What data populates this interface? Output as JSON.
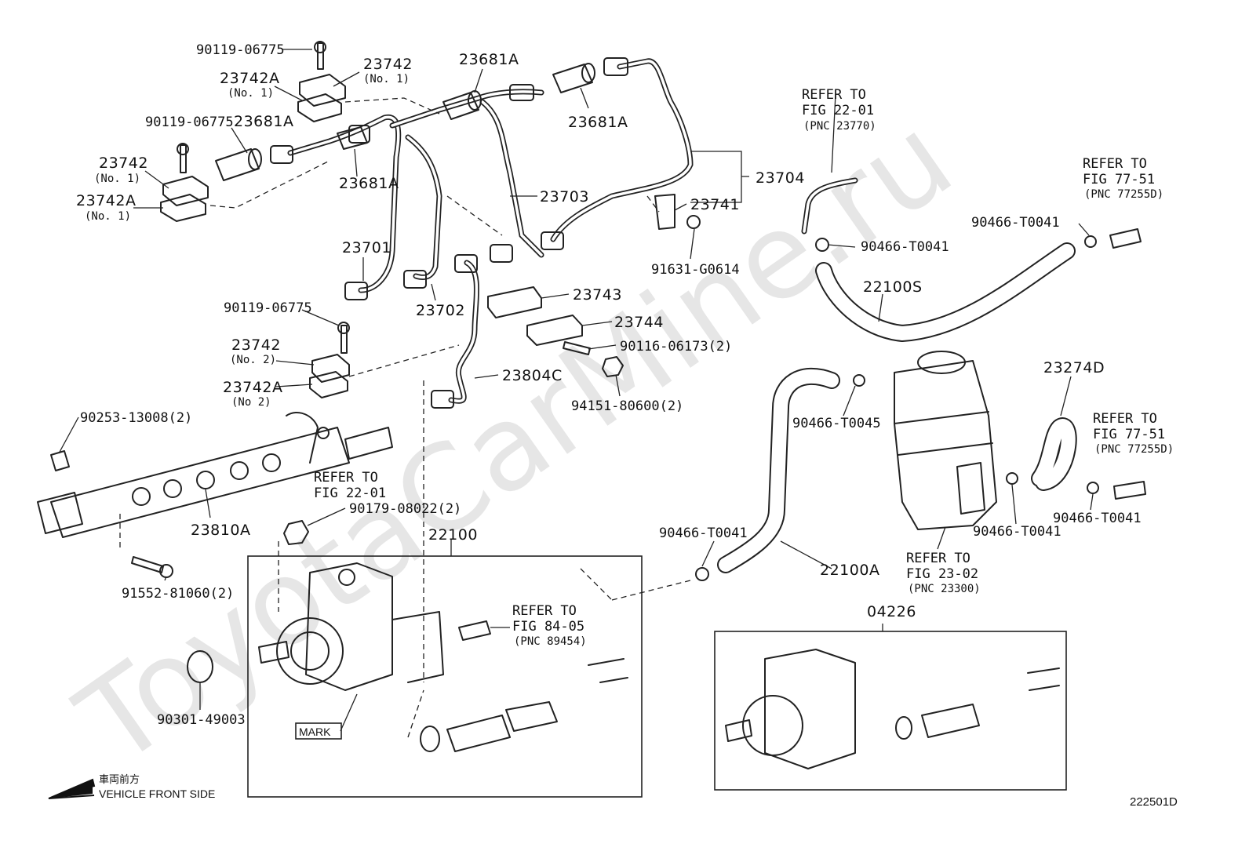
{
  "watermark": "ToyotaCarMine.ru",
  "figure_id": "222501D",
  "front_direction": {
    "jp": "車両前方",
    "en": "VEHICLE FRONT SIDE"
  },
  "mark_label": "MARK",
  "labels": {
    "p90119a": "90119-06775",
    "p23742a": "23742",
    "p23742a_sub": "(No. 1)",
    "p23742Aa": "23742A",
    "p23742Aa_sub": "(No. 1)",
    "p23681A_top": "23681A",
    "p23681A_right": "23681A",
    "p90119b": "90119-06775",
    "p23681A_left": "23681A",
    "p23742b": "23742",
    "p23742b_sub": "(No. 1)",
    "p23742Ab": "23742A",
    "p23742Ab_sub": "(No. 1)",
    "p23681A_mid": "23681A",
    "p23703": "23703",
    "p23704": "23704",
    "p23741": "23741",
    "p91631": "91631-G0614",
    "p23701": "23701",
    "p23702": "23702",
    "p23743": "23743",
    "p23744": "23744",
    "p90116": "90116-06173(2)",
    "p94151": "94151-80600(2)",
    "p90119c": "90119-06775",
    "p23742c": "23742",
    "p23742c_sub": "(No. 2)",
    "p23742Ac": "23742A",
    "p23742Ac_sub": "(No 2)",
    "p23804C": "23804C",
    "p90253": "90253-13008(2)",
    "p23810A": "23810A",
    "p90179": "90179-08022(2)",
    "p91552": "91552-81060(2)",
    "p22100": "22100",
    "p90301": "90301-49003",
    "p22100S": "22100S",
    "p90466a": "90466-T0041",
    "p90466b": "90466-T0041",
    "p90466c": "90466-T0045",
    "p90466d": "90466-T0041",
    "p90466e": "90466-T0041",
    "p90466f": "90466-T0041",
    "p22100A": "22100A",
    "p23274D": "23274D",
    "p04226": "04226"
  },
  "refs": {
    "r1": {
      "l1": "REFER TO",
      "l2": "FIG 22-01",
      "l3": "(PNC 23770)"
    },
    "r2": {
      "l1": "REFER TO",
      "l2": "FIG 77-51",
      "l3": "(PNC 77255D)"
    },
    "r3": {
      "l1": "REFER TO",
      "l2": "FIG 22-01"
    },
    "r4": {
      "l1": "REFER TO",
      "l2": "FIG 84-05",
      "l3": "(PNC 89454)"
    },
    "r5": {
      "l1": "REFER TO",
      "l2": "FIG 23-02",
      "l3": "(PNC 23300)"
    },
    "r6": {
      "l1": "REFER TO",
      "l2": "FIG 77-51",
      "l3": "(PNC 77255D)"
    }
  }
}
